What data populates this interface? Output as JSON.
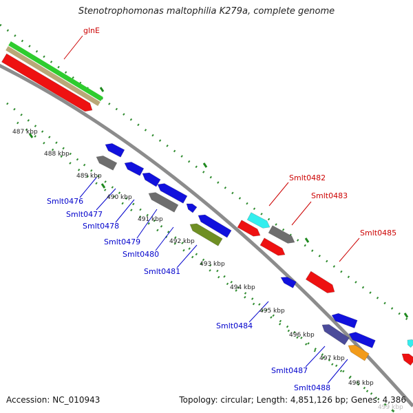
{
  "title": "Stenotrophomonas maltophilia K279a, complete genome",
  "footer": {
    "accession": "Accession: NC_010943",
    "summary": "Topology: circular; Length: 4,851,126 bp; Genes: 4,386"
  },
  "colors": {
    "backbone": "#8c8c8c",
    "tick": "#1f8a1f",
    "tick_minor": "#2e8b2e",
    "label_blue": "#0000cc",
    "label_red": "#cc0000",
    "bar_green": "#2ecc2e",
    "bar_tan": "#b9a878",
    "gene_red": "#ee1111",
    "gene_blue": "#1111dd",
    "gene_gray": "#6e6e6e",
    "gene_olive": "#6f8f24",
    "gene_cyan": "#33eeee",
    "gene_slate": "#4b4b9a",
    "gene_orange": "#f29b1a"
  },
  "kbp_labels": [
    "487 kbp",
    "488 kbp",
    "489 kbp",
    "490 kbp",
    "491 kbp",
    "492 kbp",
    "493 kbp",
    "494 kbp",
    "495 kbp",
    "496 kbp",
    "497 kbp",
    "498 kbp",
    "499 kbp"
  ],
  "genes": [
    {
      "label": "glnE",
      "color": "gene_red",
      "strand": "forward"
    },
    {
      "label": "Smlt0476",
      "color": "gene_blue",
      "strand": "reverse"
    },
    {
      "label": "Smlt0477",
      "color": "gene_gray",
      "strand": "reverse"
    },
    {
      "label": "Smlt0478",
      "color": "gene_blue",
      "strand": "reverse"
    },
    {
      "label": "Smlt0479",
      "color": "gene_gray",
      "strand": "reverse"
    },
    {
      "label": "Smlt0480",
      "color": "gene_blue",
      "strand": "reverse"
    },
    {
      "label": "Smlt0481",
      "color": "gene_olive",
      "strand": "reverse"
    },
    {
      "label": "Smlt0482",
      "color": "gene_cyan",
      "strand": "forward"
    },
    {
      "label": "Smlt0483",
      "color": "gene_gray",
      "strand": "forward"
    },
    {
      "label": "Smlt0484",
      "color": "gene_blue",
      "strand": "reverse"
    },
    {
      "label": "Smlt0485",
      "color": "gene_red",
      "strand": "forward"
    },
    {
      "label": "Smlt0487",
      "color": "gene_slate",
      "strand": "reverse"
    },
    {
      "label": "Smlt0488",
      "color": "gene_orange",
      "strand": "reverse"
    }
  ]
}
